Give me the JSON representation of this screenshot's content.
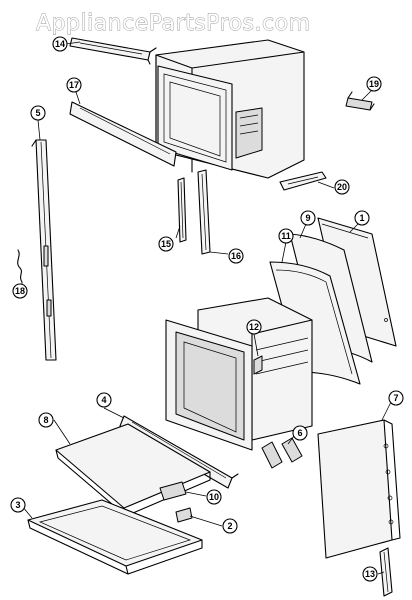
{
  "watermark": "AppliancePartsPros.com",
  "callouts": [
    {
      "label": "14"
    },
    {
      "label": "17"
    },
    {
      "label": "19"
    },
    {
      "label": "5"
    },
    {
      "label": "20"
    },
    {
      "label": "9"
    },
    {
      "label": "1"
    },
    {
      "label": "11"
    },
    {
      "label": "15"
    },
    {
      "label": "16"
    },
    {
      "label": "18"
    },
    {
      "label": "12"
    },
    {
      "label": "8"
    },
    {
      "label": "4"
    },
    {
      "label": "7"
    },
    {
      "label": "6"
    },
    {
      "label": "10"
    },
    {
      "label": "3"
    },
    {
      "label": "2"
    },
    {
      "label": "13"
    }
  ]
}
